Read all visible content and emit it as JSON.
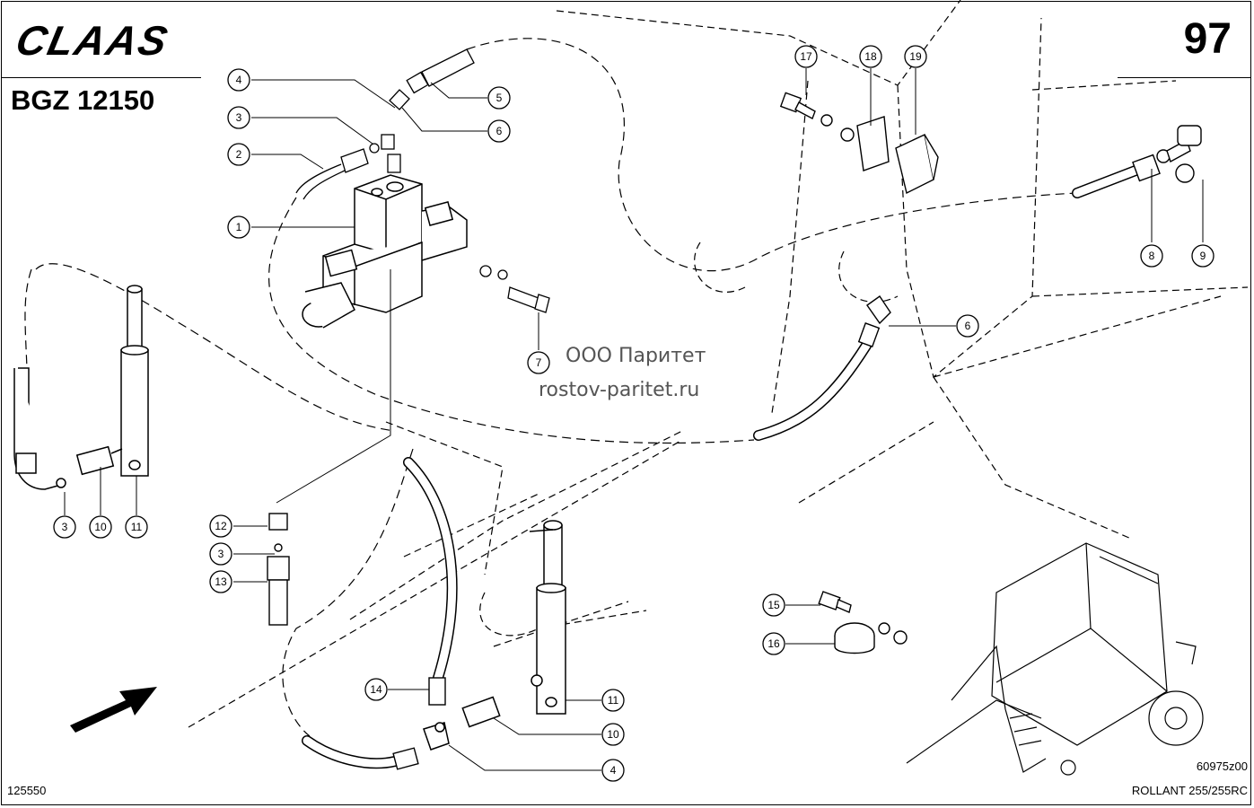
{
  "header": {
    "brand": "CLAAS",
    "doc_code": "BGZ 12150",
    "page_number": "97"
  },
  "footer": {
    "left_code": "125550",
    "model": "ROLLANT 255/255RC",
    "ref_code": "60975z00"
  },
  "watermark": {
    "line1": "ООО Паритет",
    "line2": "rostov-paritet.ru"
  },
  "callouts": [
    "1",
    "2",
    "3",
    "4",
    "5",
    "6",
    "7",
    "8",
    "9",
    "10",
    "11",
    "12",
    "13",
    "14",
    "15",
    "16",
    "17",
    "18",
    "19"
  ],
  "diagram_labels": [
    "4",
    "3",
    "2",
    "1",
    "5",
    "6",
    "7",
    "17",
    "18",
    "19",
    "8",
    "9",
    "6",
    "3",
    "10",
    "11",
    "12",
    "3",
    "13",
    "14",
    "11",
    "10",
    "4",
    "15",
    "16"
  ]
}
